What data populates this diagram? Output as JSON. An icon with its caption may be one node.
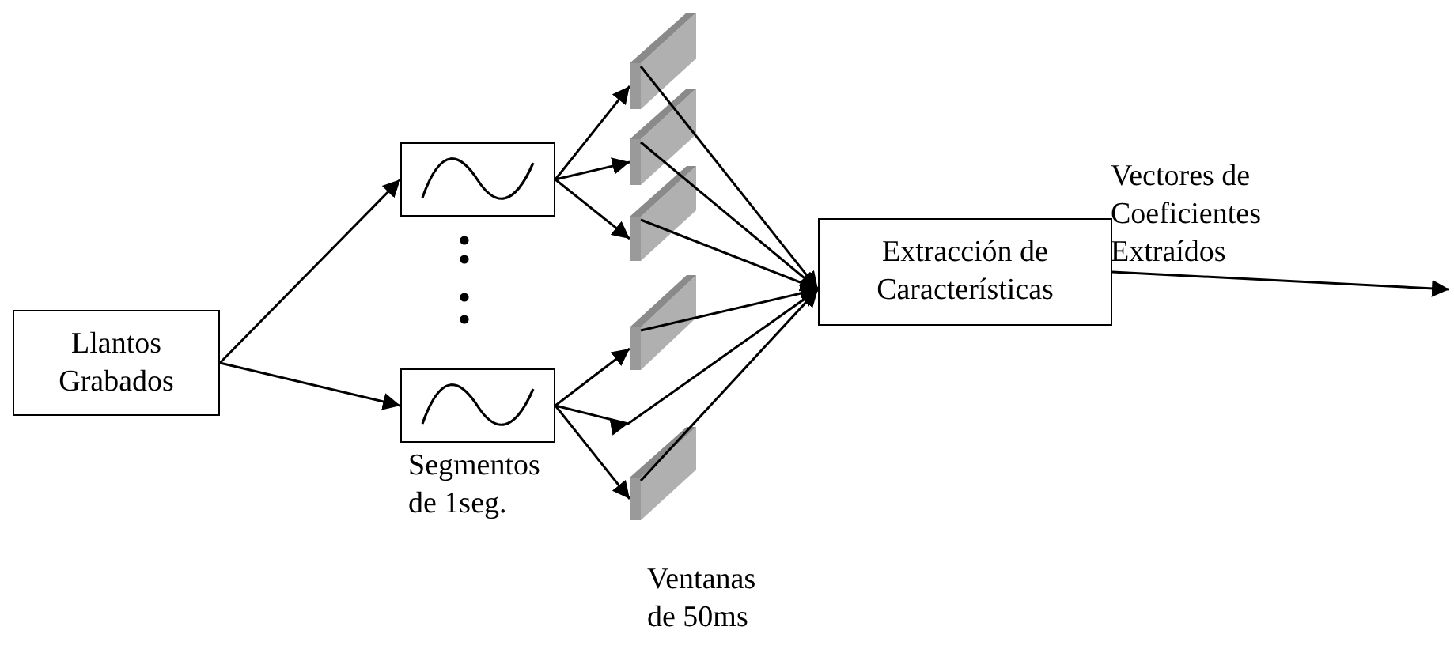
{
  "diagram": {
    "nodes": [
      {
        "text": [
          "Llantos Grabados"
        ]
      },
      {
        "text": [],
        "shape": "box"
      },
      {
        "text": [],
        "shape": "box",
        "beside": [
          "Segmentos de 1seg."
        ]
      },
      {
        "text": [],
        "shape": "bar"
      },
      {
        "text": [],
        "shape": "bar"
      },
      {
        "text": [],
        "shape": "bar"
      },
      {
        "text": [],
        "shape": "bar"
      },
      {
        "text": [],
        "shape": "bar"
      },
      {
        "text": [
          "Extracción de Características"
        ]
      }
    ],
    "edges": [
      {
        "from": 0,
        "to": 1,
        "arrow": "to"
      },
      {
        "from": 0,
        "to": 2,
        "arrow": "to"
      },
      {
        "from": 1,
        "to": 3,
        "arrow": "to"
      },
      {
        "from": 1,
        "to": 4,
        "arrow": "to"
      },
      {
        "from": 1,
        "to": 5,
        "arrow": "to"
      },
      {
        "from": 2,
        "to": 6,
        "arrow": "to"
      },
      {
        "from": 2,
        "to": 8,
        "arrow": "to"
      },
      {
        "from": 2,
        "to": 7,
        "arrow": "to"
      },
      {
        "from": 3,
        "to": 8,
        "arrow": "to"
      },
      {
        "from": 4,
        "to": 8,
        "arrow": "to"
      },
      {
        "from": 5,
        "to": 8,
        "arrow": "to"
      },
      {
        "from": 6,
        "to": 8,
        "arrow": "to"
      },
      {
        "from": 7,
        "to": 8,
        "arrow": "to"
      },
      {
        "from": 8,
        "to": null,
        "arrow": "to",
        "label": "Vectores de Coeficientes Extraídos"
      }
    ],
    "labels": [
      "Ventanas de 50ms"
    ]
  }
}
